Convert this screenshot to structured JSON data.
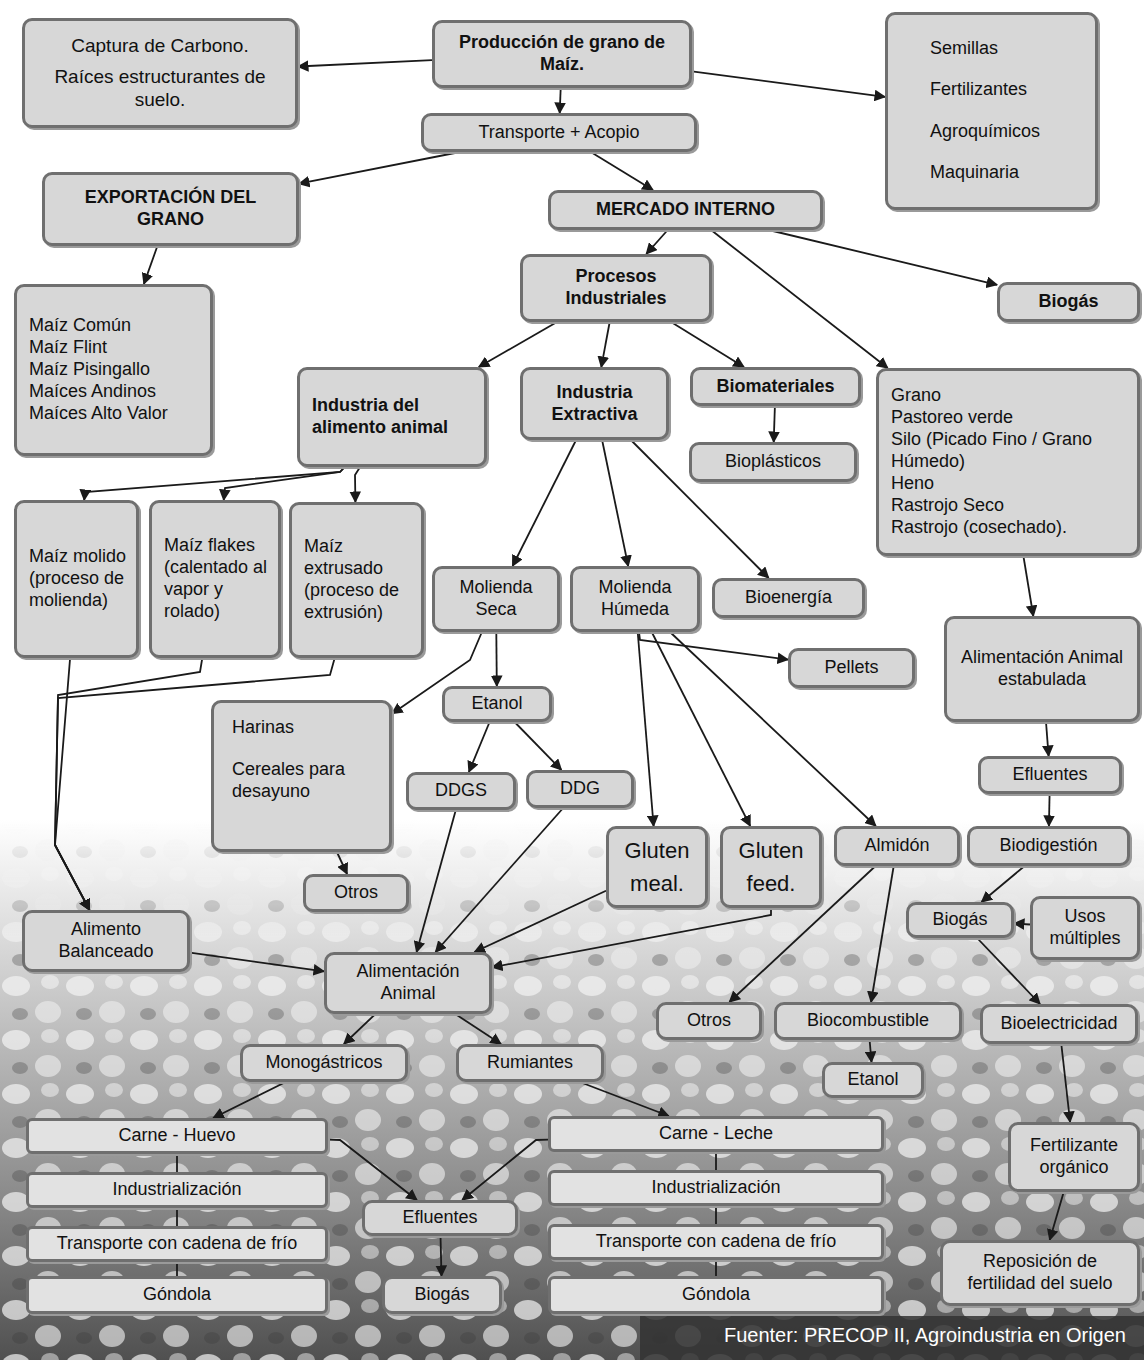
{
  "diagram": {
    "caption": "Fuenter: PRECOP II, Agroindustria en Origen",
    "nodes": [
      {
        "text": [
          "Captura de Carbono.",
          "Raíces estructurantes de suelo."
        ]
      },
      {
        "text": [
          "Producción de grano de Maíz."
        ]
      },
      {
        "text": [
          "Semillas",
          "Fertilizantes",
          "Agroquímicos",
          "Maquinaria"
        ]
      },
      {
        "text": [
          "Transporte + Acopio"
        ]
      },
      {
        "text": [
          "EXPORTACIÓN DEL GRANO"
        ]
      },
      {
        "text": [
          "MERCADO INTERNO"
        ]
      },
      {
        "text": [
          "Maíz Común",
          "Maíz Flint",
          "Maíz Pisingallo",
          "Maíces Andinos",
          "Maíces Alto Valor"
        ]
      },
      {
        "text": [
          "Procesos Industriales"
        ]
      },
      {
        "text": [
          "Biogás"
        ]
      },
      {
        "text": [
          "Industria del alimento animal"
        ]
      },
      {
        "text": [
          "Industria Extractiva"
        ]
      },
      {
        "text": [
          "Biomateriales"
        ]
      },
      {
        "text": [
          "Bioplásticos"
        ]
      },
      {
        "text": [
          "Grano",
          "Pastoreo verde",
          "Silo (Picado Fino / Grano Húmedo)",
          "Heno",
          "Rastrojo Seco",
          "Rastrojo (cosechado)."
        ]
      },
      {
        "text": [
          "Maíz molido (proceso de molienda)"
        ]
      },
      {
        "text": [
          "Maíz flakes (calentado al vapor y rolado)"
        ]
      },
      {
        "text": [
          "Maíz extrusado (proceso de extrusión)"
        ]
      },
      {
        "text": [
          "Molienda Seca"
        ]
      },
      {
        "text": [
          "Molienda Húmeda"
        ]
      },
      {
        "text": [
          "Bioenergía"
        ]
      },
      {
        "text": [
          "Alimentación Animal estabulada"
        ]
      },
      {
        "text": [
          "Pellets"
        ]
      },
      {
        "text": [
          "Harinas",
          "Cereales para desayuno"
        ]
      },
      {
        "text": [
          "Etanol"
        ]
      },
      {
        "text": [
          "Efluentes"
        ]
      },
      {
        "text": [
          "DDGS"
        ]
      },
      {
        "text": [
          "DDG"
        ]
      },
      {
        "text": [
          "Gluten meal."
        ]
      },
      {
        "text": [
          "Gluten feed."
        ]
      },
      {
        "text": [
          "Almidón"
        ]
      },
      {
        "text": [
          "Biodigestión"
        ]
      },
      {
        "text": [
          "Otros"
        ]
      },
      {
        "text": [
          "Biogás"
        ]
      },
      {
        "text": [
          "Usos múltiples"
        ]
      },
      {
        "text": [
          "Alimento Balanceado"
        ]
      },
      {
        "text": [
          "Alimentación Animal"
        ]
      },
      {
        "text": [
          "Otros"
        ]
      },
      {
        "text": [
          "Biocombustible"
        ]
      },
      {
        "text": [
          "Bioelectricidad"
        ]
      },
      {
        "text": [
          "Monogástricos"
        ]
      },
      {
        "text": [
          "Rumiantes"
        ]
      },
      {
        "text": [
          "Etanol"
        ]
      },
      {
        "text": [
          "Carne - Huevo"
        ]
      },
      {
        "text": [
          "Carne - Leche"
        ]
      },
      {
        "text": [
          "Industrialización"
        ]
      },
      {
        "text": [
          "Industrialización"
        ]
      },
      {
        "text": [
          "Efluentes"
        ]
      },
      {
        "text": [
          "Fertilizante orgánico"
        ]
      },
      {
        "text": [
          "Transporte con cadena de frío"
        ]
      },
      {
        "text": [
          "Transporte con cadena de frío"
        ]
      },
      {
        "text": [
          "Reposición de fertilidad del suelo"
        ]
      },
      {
        "text": [
          "Góndola"
        ]
      },
      {
        "text": [
          "Biogás"
        ]
      },
      {
        "text": [
          "Góndola"
        ]
      }
    ],
    "edges": [
      {
        "from": 1,
        "to": 0,
        "arrow": "to"
      },
      {
        "from": 1,
        "to": 2,
        "arrow": "to"
      },
      {
        "from": 1,
        "to": 3,
        "arrow": "to"
      },
      {
        "from": 3,
        "to": 4,
        "arrow": "to"
      },
      {
        "from": 3,
        "to": 5,
        "arrow": "to"
      },
      {
        "from": 4,
        "to": 6,
        "arrow": "to"
      },
      {
        "from": 5,
        "to": 7,
        "arrow": "to"
      },
      {
        "from": 5,
        "to": 8,
        "arrow": "to"
      },
      {
        "from": 5,
        "to": 13,
        "arrow": "to"
      },
      {
        "from": 7,
        "to": 9,
        "arrow": "to"
      },
      {
        "from": 7,
        "to": 10,
        "arrow": "to"
      },
      {
        "from": 7,
        "to": 11,
        "arrow": "to"
      },
      {
        "from": 11,
        "to": 12,
        "arrow": "to"
      },
      {
        "from": 9,
        "to": 14,
        "arrow": "to"
      },
      {
        "from": 9,
        "to": 15,
        "arrow": "to"
      },
      {
        "from": 9,
        "to": 16,
        "arrow": "to"
      },
      {
        "from": 10,
        "to": 17,
        "arrow": "to"
      },
      {
        "from": 10,
        "to": 18,
        "arrow": "to"
      },
      {
        "from": 10,
        "to": 19,
        "arrow": "to"
      },
      {
        "from": 18,
        "to": 21,
        "arrow": "to"
      },
      {
        "from": 17,
        "to": 22,
        "arrow": "to"
      },
      {
        "from": 17,
        "to": 23,
        "arrow": "to"
      },
      {
        "from": 23,
        "to": 25,
        "arrow": "to"
      },
      {
        "from": 23,
        "to": 26,
        "arrow": "to"
      },
      {
        "from": 18,
        "to": 27,
        "arrow": "to"
      },
      {
        "from": 18,
        "to": 28,
        "arrow": "to"
      },
      {
        "from": 18,
        "to": 29,
        "arrow": "to"
      },
      {
        "from": 22,
        "to": 31,
        "arrow": "to"
      },
      {
        "from": 14,
        "to": 34,
        "arrow": "to"
      },
      {
        "from": 15,
        "to": 34,
        "arrow": "to"
      },
      {
        "from": 16,
        "to": 34,
        "arrow": "to"
      },
      {
        "from": 25,
        "to": 35,
        "arrow": "to"
      },
      {
        "from": 26,
        "to": 35,
        "arrow": "to"
      },
      {
        "from": 27,
        "to": 35,
        "arrow": "to"
      },
      {
        "from": 28,
        "to": 35,
        "arrow": "to"
      },
      {
        "from": 34,
        "to": 35,
        "arrow": "to"
      },
      {
        "from": 13,
        "to": 20,
        "arrow": "to"
      },
      {
        "from": 20,
        "to": 24,
        "arrow": "to"
      },
      {
        "from": 24,
        "to": 30,
        "arrow": "to"
      },
      {
        "from": 30,
        "to": 32,
        "arrow": "to"
      },
      {
        "from": 33,
        "to": 32,
        "arrow": "to"
      },
      {
        "from": 32,
        "to": 38,
        "arrow": "to"
      },
      {
        "from": 29,
        "to": 36,
        "arrow": "to"
      },
      {
        "from": 29,
        "to": 37,
        "arrow": "to"
      },
      {
        "from": 37,
        "to": 41,
        "arrow": "to"
      },
      {
        "from": 38,
        "to": 47,
        "arrow": "to"
      },
      {
        "from": 47,
        "to": 50,
        "arrow": "to"
      },
      {
        "from": 35,
        "to": 39,
        "arrow": "to"
      },
      {
        "from": 35,
        "to": 40,
        "arrow": "to"
      },
      {
        "from": 39,
        "to": 42,
        "arrow": "to"
      },
      {
        "from": 40,
        "to": 43,
        "arrow": "to"
      },
      {
        "from": 42,
        "to": 46,
        "arrow": "to"
      },
      {
        "from": 43,
        "to": 46,
        "arrow": "to"
      },
      {
        "from": 46,
        "to": 52,
        "arrow": "to"
      },
      {
        "from": 42,
        "to": 44,
        "arrow": "none"
      },
      {
        "from": 44,
        "to": 48,
        "arrow": "none"
      },
      {
        "from": 48,
        "to": 51,
        "arrow": "none"
      },
      {
        "from": 43,
        "to": 45,
        "arrow": "none"
      },
      {
        "from": 45,
        "to": 49,
        "arrow": "none"
      },
      {
        "from": 49,
        "to": 53,
        "arrow": "none"
      }
    ]
  }
}
